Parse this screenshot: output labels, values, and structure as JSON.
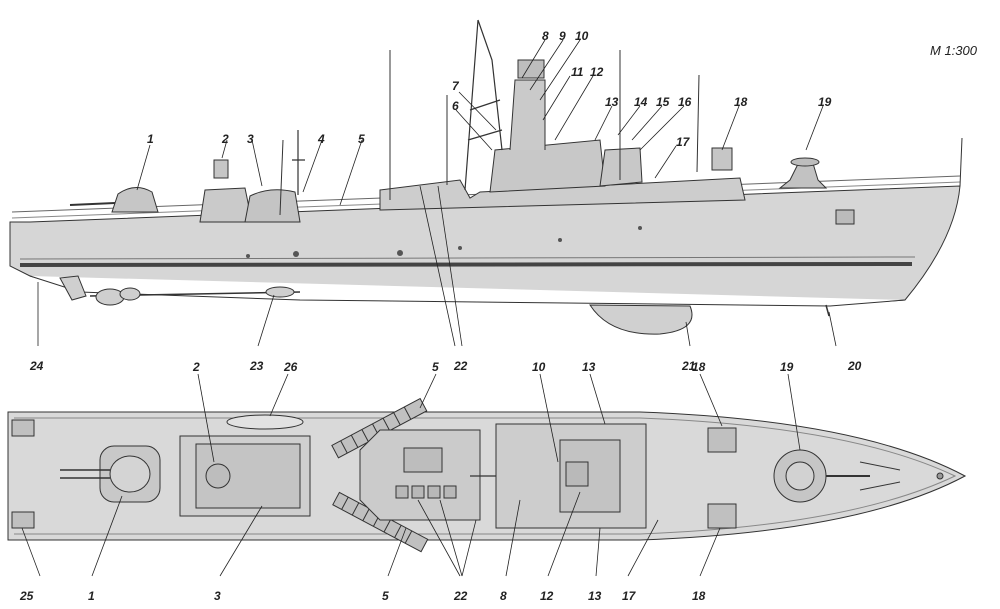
{
  "scale": "M 1:300",
  "colors": {
    "hull": "#d6d6d6",
    "deck": "#c9c9c9",
    "line": "#333333",
    "label": "#222222",
    "paper": "#ffffff"
  },
  "side_labels": [
    {
      "id": "s1",
      "text": "1"
    },
    {
      "id": "s2",
      "text": "2"
    },
    {
      "id": "s3",
      "text": "3"
    },
    {
      "id": "s4",
      "text": "4"
    },
    {
      "id": "s5",
      "text": "5"
    },
    {
      "id": "s6",
      "text": "6"
    },
    {
      "id": "s7",
      "text": "7"
    },
    {
      "id": "s8",
      "text": "8"
    },
    {
      "id": "s9",
      "text": "9"
    },
    {
      "id": "s10",
      "text": "10"
    },
    {
      "id": "s11",
      "text": "11"
    },
    {
      "id": "s12",
      "text": "12"
    },
    {
      "id": "s13",
      "text": "13"
    },
    {
      "id": "s14",
      "text": "14"
    },
    {
      "id": "s15",
      "text": "15"
    },
    {
      "id": "s16",
      "text": "16"
    },
    {
      "id": "s17",
      "text": "17"
    },
    {
      "id": "s18",
      "text": "18"
    },
    {
      "id": "s19",
      "text": "19"
    },
    {
      "id": "s20",
      "text": "20"
    },
    {
      "id": "s21",
      "text": "21"
    },
    {
      "id": "s22",
      "text": "22"
    },
    {
      "id": "s23",
      "text": "23"
    },
    {
      "id": "s24",
      "text": "24"
    }
  ],
  "plan_labels": [
    {
      "id": "p2",
      "text": "2"
    },
    {
      "id": "p26",
      "text": "26"
    },
    {
      "id": "p5a",
      "text": "5"
    },
    {
      "id": "p10",
      "text": "10"
    },
    {
      "id": "p13a",
      "text": "13"
    },
    {
      "id": "p18a",
      "text": "18"
    },
    {
      "id": "p19",
      "text": "19"
    },
    {
      "id": "p25",
      "text": "25"
    },
    {
      "id": "p1",
      "text": "1"
    },
    {
      "id": "p3",
      "text": "3"
    },
    {
      "id": "p5b",
      "text": "5"
    },
    {
      "id": "p22",
      "text": "22"
    },
    {
      "id": "p8",
      "text": "8"
    },
    {
      "id": "p12",
      "text": "12"
    },
    {
      "id": "p13b",
      "text": "13"
    },
    {
      "id": "p17",
      "text": "17"
    },
    {
      "id": "p18b",
      "text": "18"
    }
  ]
}
